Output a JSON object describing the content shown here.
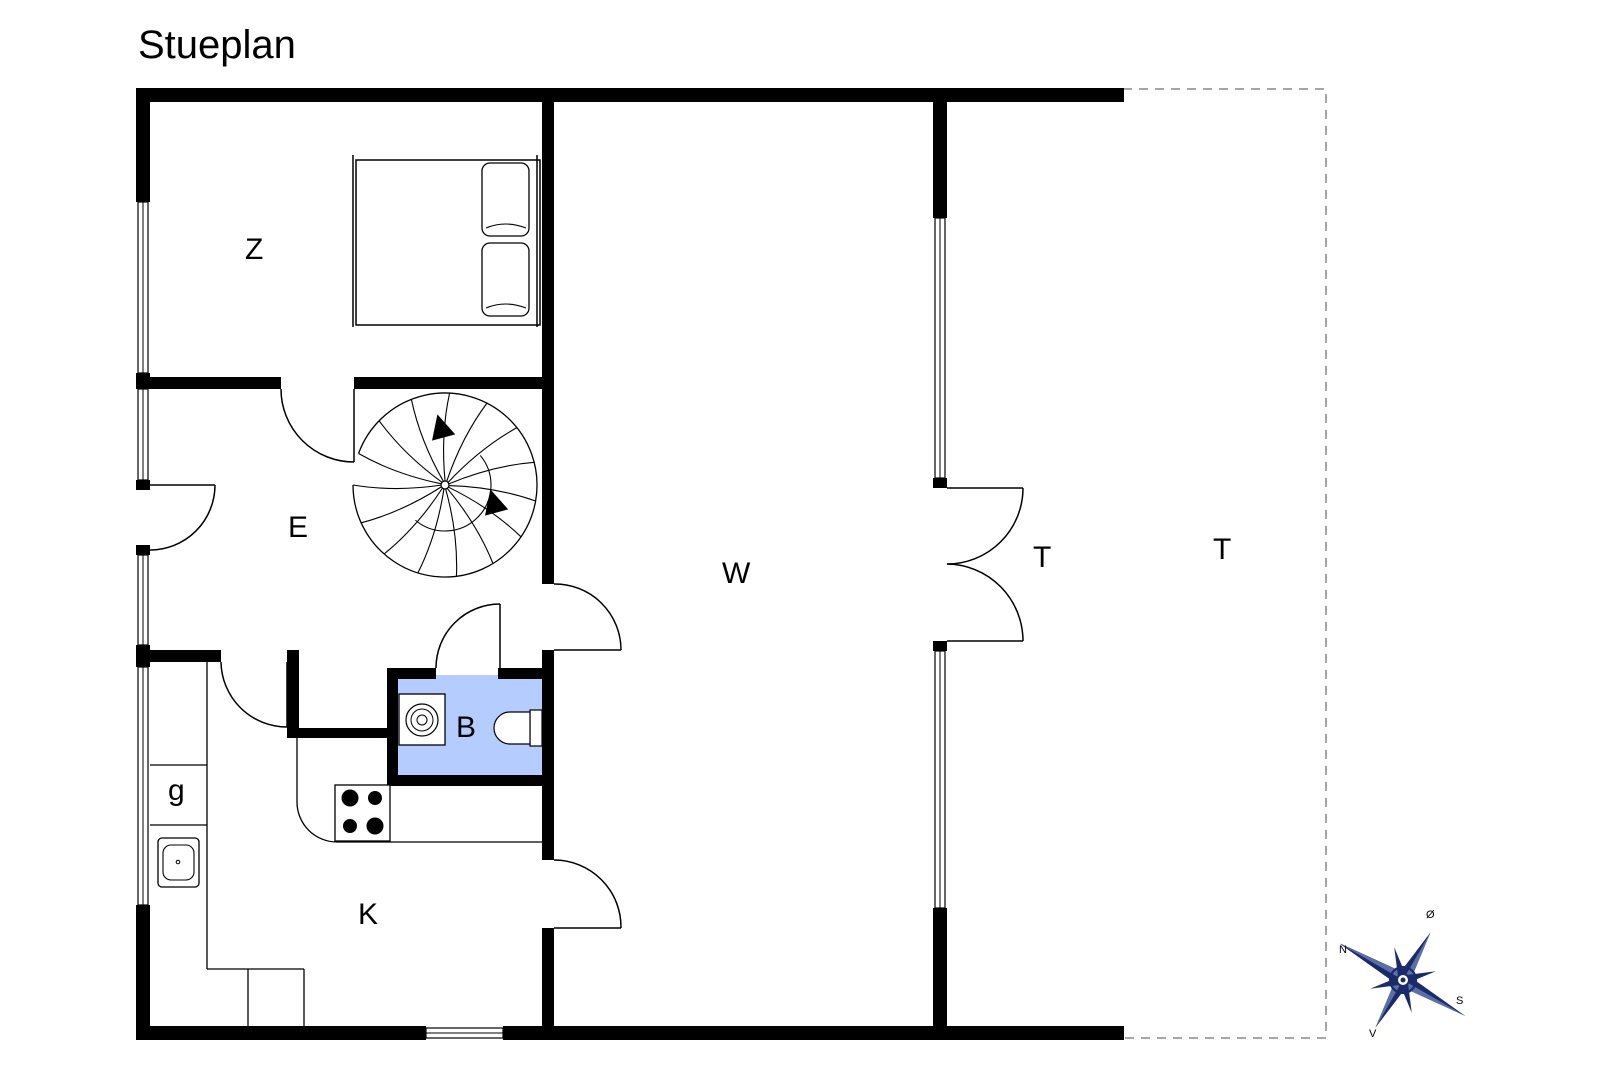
{
  "title": "Stueplan",
  "rooms": {
    "z": "Z",
    "e": "E",
    "w": "W",
    "t_terrace": "T",
    "t_outer": "T",
    "b": "B",
    "g": "g",
    "k": "K"
  },
  "compass": {
    "north": "N",
    "east": "Ø",
    "south": "S",
    "west": "V",
    "accent": "#1a2b6b"
  },
  "colors": {
    "bathroom_fill": "#b5ccff",
    "wall": "#000000",
    "dashed": "#9a9a9a"
  },
  "icons": [
    "bed-icon",
    "spiral-stairs-icon",
    "washbasin-icon",
    "toilet-icon",
    "stove-icon",
    "kitchen-sink-icon",
    "compass-rose-icon"
  ]
}
